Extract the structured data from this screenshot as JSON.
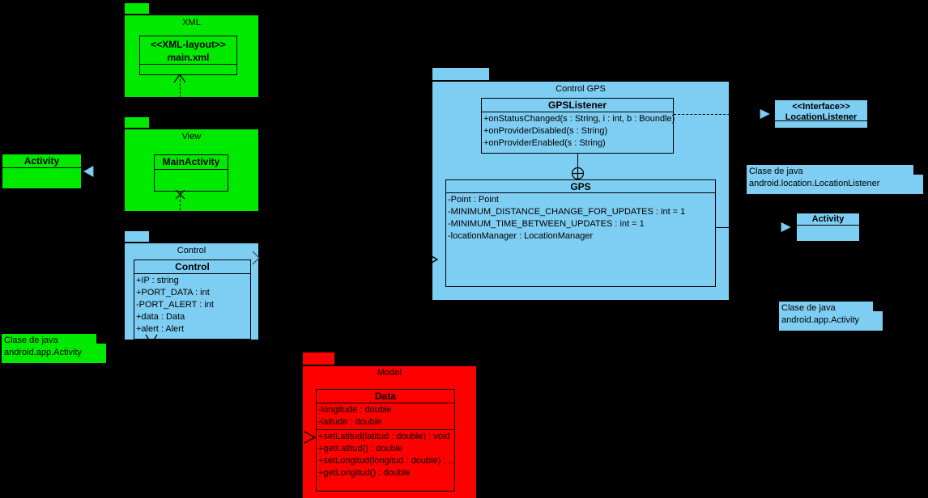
{
  "diagram": {
    "title": "Android MVC UML Class Diagram",
    "colors": {
      "green": "#00ea00",
      "blue": "#7ecdf2",
      "red": "#ff0000",
      "background": "#000000",
      "stroke": "#000000"
    }
  },
  "packages": {
    "xml": {
      "name": "XML",
      "color": "#00ea00",
      "classes": [
        {
          "stereotype": "<<XML-layout>>",
          "name": "main.xml",
          "attributes": [],
          "operations": []
        }
      ]
    },
    "view": {
      "name": "View",
      "color": "#00ea00",
      "classes": [
        {
          "stereotype": "",
          "name": "MainActivity",
          "attributes": [],
          "operations": []
        }
      ]
    },
    "control": {
      "name": "Control",
      "color": "#7ecdf2",
      "classes": [
        {
          "stereotype": "",
          "name": "Control",
          "attributes": [
            "+IP : string",
            "+PORT_DATA : int",
            "-PORT_ALERT : int",
            "+data : Data",
            "+alert : Alert"
          ],
          "operations": []
        }
      ]
    },
    "control_gps": {
      "name": "Control GPS",
      "color": "#7ecdf2",
      "classes": [
        {
          "stereotype": "",
          "name": "GPSListener",
          "attributes": [],
          "operations": [
            "+onStatusChanged(s : String, i : int, b : Boundle)",
            "+onProviderDisabled(s : String)",
            "+onProviderEnabled(s : String)"
          ]
        },
        {
          "stereotype": "",
          "name": "GPS",
          "attributes": [
            "-Point : Point",
            "-MINIMUM_DISTANCE_CHANGE_FOR_UPDATES : int = 1",
            "-MINIMUM_TIME_BETWEEN_UPDATES : int = 1",
            "-locationManager : LocationManager"
          ],
          "operations": []
        }
      ]
    },
    "model": {
      "name": "Model",
      "color": "#ff0000",
      "classes": [
        {
          "stereotype": "",
          "name": "Data",
          "attributes": [
            "-longitude : double",
            "-laitude : double"
          ],
          "operations": [
            "+setLatitud(latitud : double) : void",
            "+getLatitud() : double",
            "+setLongitud(longitud : double) : ...",
            "+getLongitud() : double"
          ]
        }
      ]
    }
  },
  "external_classes": {
    "activity_left": {
      "name": "Activity",
      "color": "#00ea00"
    },
    "location_listener": {
      "stereotype": "<<Interface>>",
      "name": "LocationListener",
      "color": "#7ecdf2"
    },
    "activity_right": {
      "name": "Activity",
      "color": "#7ecdf2"
    }
  },
  "notes": {
    "note_activity_left": {
      "line1": "Clase de java",
      "line2": "android.app.Activity",
      "color": "#00ea00"
    },
    "note_location_listener": {
      "line1": "Clase de java",
      "line2": "android.location.LocationListener",
      "color": "#7ecdf2"
    },
    "note_activity_right": {
      "line1": "Clase de java",
      "line2": "android.app.Activity",
      "color": "#7ecdf2"
    }
  }
}
